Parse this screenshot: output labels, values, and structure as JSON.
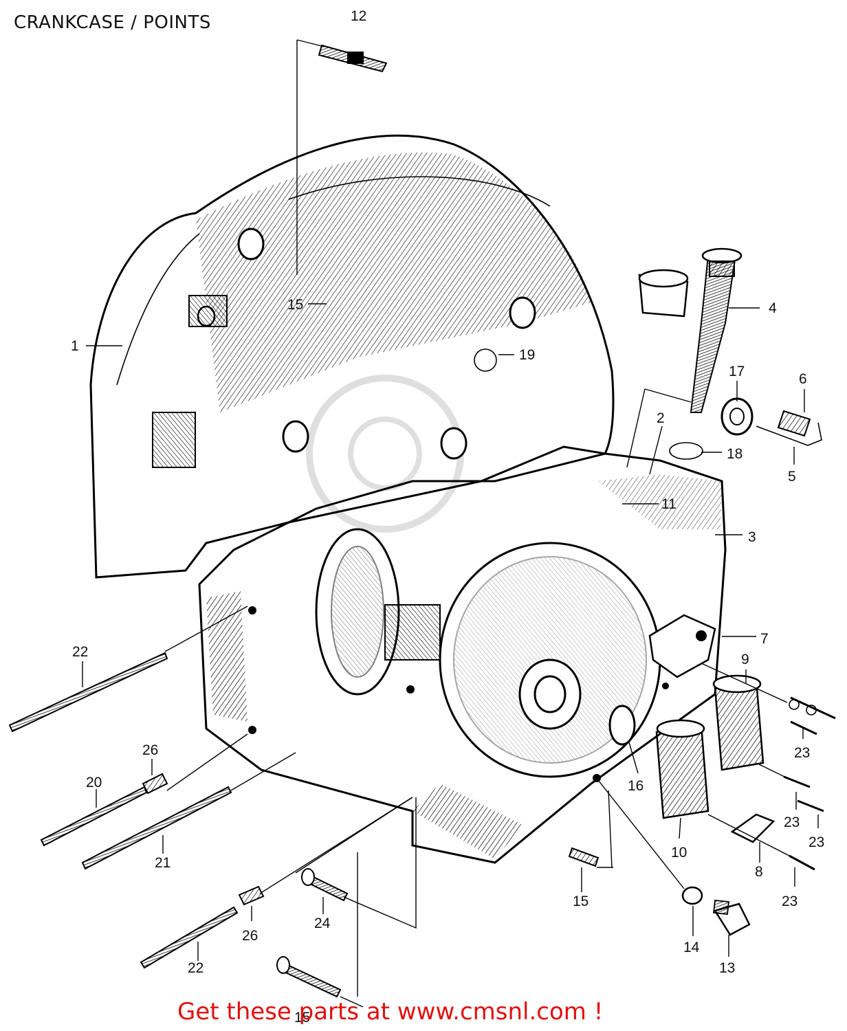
{
  "title": "CRANKCASE / POINTS",
  "footer": "Get these parts at www.cmsnl.com !",
  "callouts": {
    "c1": "1",
    "c2": "2",
    "c3": "3",
    "c4": "4",
    "c5": "5",
    "c6": "6",
    "c7": "7",
    "c8": "8",
    "c9": "9",
    "c10": "10",
    "c11": "11",
    "c12": "12",
    "c13": "13",
    "c14": "14",
    "c15a": "15",
    "c15b": "15",
    "c15c": "15",
    "c16": "16",
    "c17": "17",
    "c18": "18",
    "c19": "19",
    "c20": "20",
    "c21": "21",
    "c22a": "22",
    "c22b": "22",
    "c23a": "23",
    "c23b": "23",
    "c23c": "23",
    "c23d": "23",
    "c24": "24",
    "c26a": "26",
    "c26b": "26"
  }
}
